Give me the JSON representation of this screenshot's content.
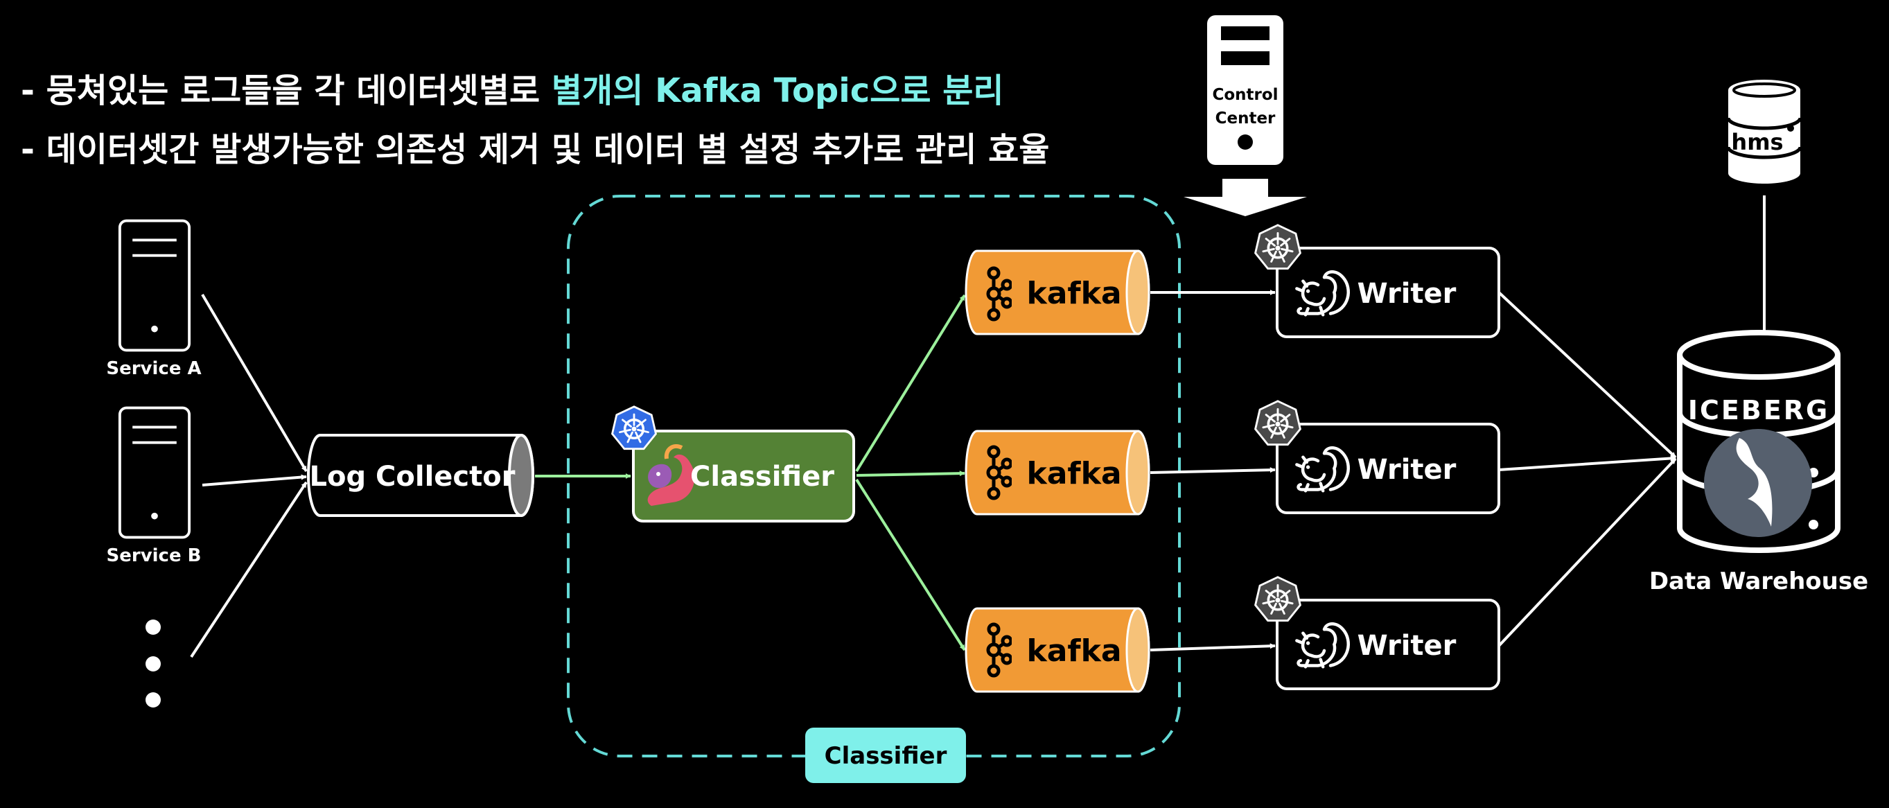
{
  "bullets": [
    {
      "prefix": "- 뭉쳐있는 로그들을 각 데이터셋별로 ",
      "highlight": "별개의 Kafka Topic으로 분리"
    },
    {
      "prefix": "- 데이터셋간 발생가능한 의존성 제거 및 데이터 별 설정 추가로 관리 효율",
      "highlight": ""
    }
  ],
  "services": [
    "Service A",
    "Service B"
  ],
  "log_collector": "Log Collector",
  "classifier": {
    "node_label": "Classifier",
    "group_label": "Classifier"
  },
  "kafka": [
    "kafka",
    "kafka",
    "kafka"
  ],
  "writers": [
    "Writer",
    "Writer",
    "Writer"
  ],
  "control_center": {
    "line1": "Control",
    "line2": "Center"
  },
  "hms": "hms",
  "iceberg": "ICEBERG",
  "data_warehouse": "Data Warehouse",
  "icons": [
    "server-icon",
    "kubernetes-icon",
    "flink-squirrel-icon",
    "kafka-logo-icon",
    "database-icon",
    "iceberg-icon"
  ],
  "colors": {
    "background": "#000000",
    "highlight": "#7FF0EA",
    "group_dash": "#64D9D5",
    "classifier_fill": "#548235",
    "kafka_fill": "#F19A35",
    "kafka_cap": "#F6C279",
    "green_arrow": "#9CF09C",
    "k8s_blue": "#326CE5",
    "k8s_gray": "#4A4A4A"
  }
}
